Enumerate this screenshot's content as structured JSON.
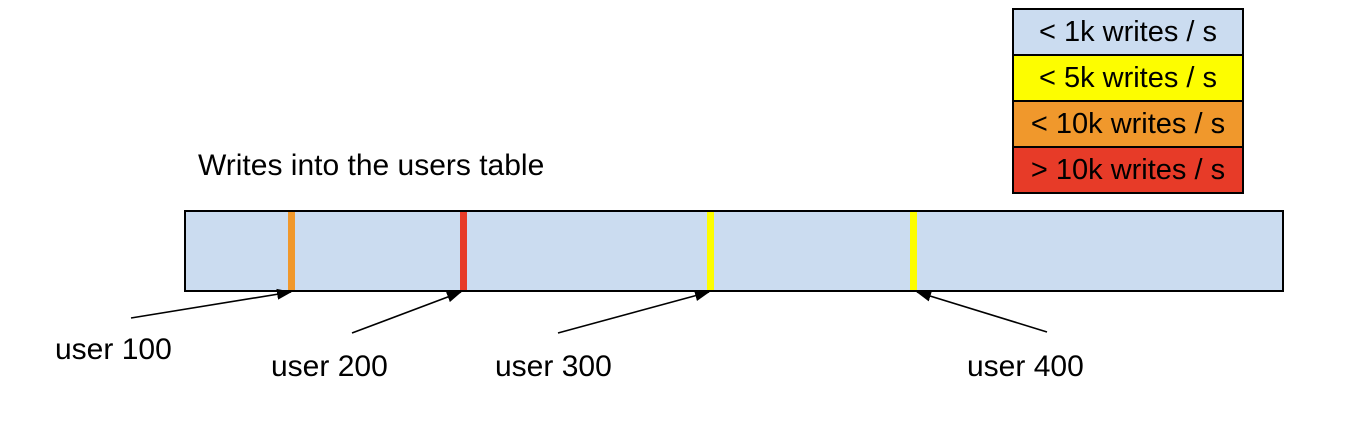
{
  "title": "Writes into the users table",
  "legend": {
    "items": [
      {
        "label": "< 1k writes / s",
        "color": "#cbdcf0"
      },
      {
        "label": "< 5k writes / s",
        "color": "#fdfd00"
      },
      {
        "label": "< 10k writes / s",
        "color": "#f0982c"
      },
      {
        "label": "> 10k writes / s",
        "color": "#e73b28"
      }
    ]
  },
  "bar": {
    "fill_color": "#cbdcf0",
    "border_color": "#000000",
    "markers": [
      {
        "user": "user 100",
        "rate": "< 10k writes / s",
        "color": "#f0982c"
      },
      {
        "user": "user 200",
        "rate": "> 10k writes / s",
        "color": "#e73b28"
      },
      {
        "user": "user 300",
        "rate": "< 5k writes / s",
        "color": "#fdfd00"
      },
      {
        "user": "user 400",
        "rate": "< 5k writes / s",
        "color": "#fdfd00"
      }
    ]
  }
}
